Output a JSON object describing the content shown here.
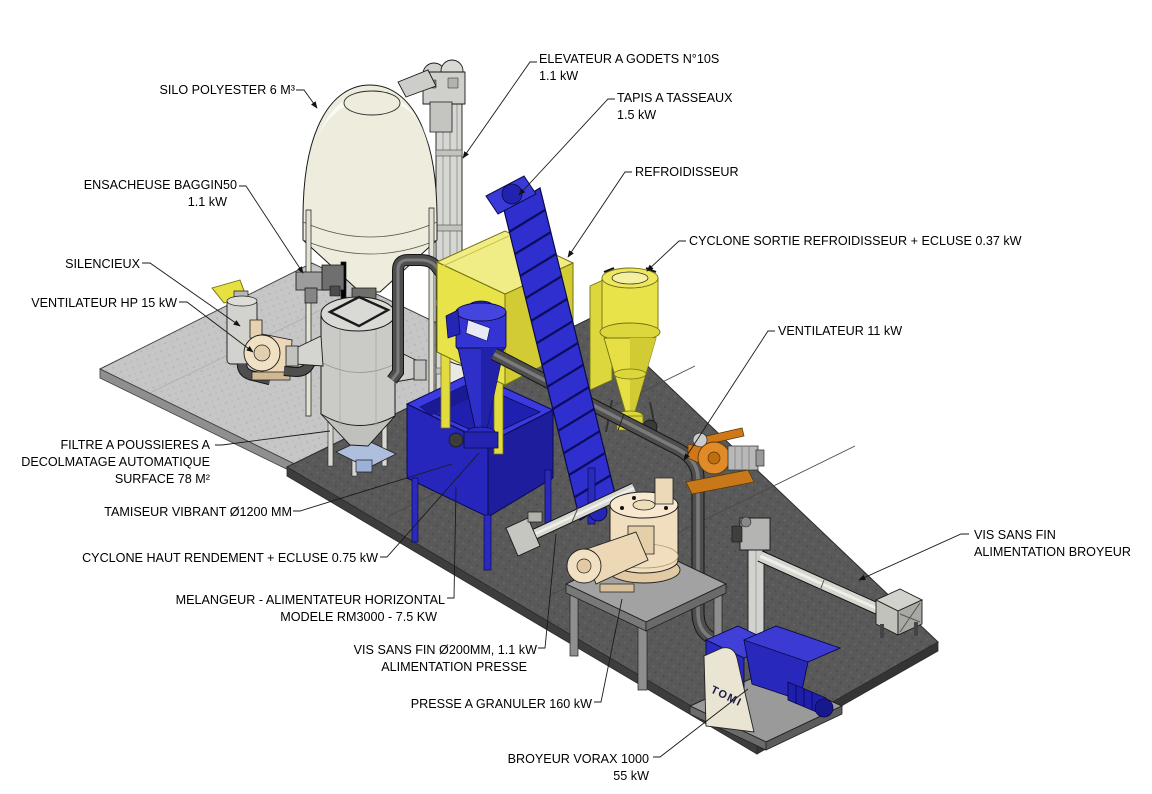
{
  "diagram": {
    "type": "isometric-plant-layout",
    "language": "fr",
    "labels": {
      "silo": {
        "lines": [
          "SILO POLYESTER 6 M³"
        ]
      },
      "elevateur": {
        "lines": [
          "ELEVATEUR A GODETS N°10S",
          "1.1 kW"
        ]
      },
      "tapis": {
        "lines": [
          "TAPIS A TASSEAUX",
          "1.5 kW"
        ]
      },
      "refroidisseur": {
        "lines": [
          "REFROIDISSEUR"
        ]
      },
      "cyclone_sortie": {
        "lines": [
          "CYCLONE SORTIE REFROIDISSEUR + ECLUSE 0.37 kW"
        ]
      },
      "ensacheuse": {
        "lines": [
          "ENSACHEUSE BAGGIN50",
          "1.1 kW"
        ]
      },
      "silencieux": {
        "lines": [
          "SILENCIEUX"
        ]
      },
      "ventilateur_hp": {
        "lines": [
          "VENTILATEUR HP 15 kW"
        ]
      },
      "ventilateur_11": {
        "lines": [
          "VENTILATEUR 11 kW"
        ]
      },
      "filtre": {
        "lines": [
          "FILTRE A POUSSIERES A",
          "DECOLMATAGE AUTOMATIQUE",
          "SURFACE 78 M²"
        ]
      },
      "tamiseur": {
        "lines": [
          "TAMISEUR VIBRANT Ø1200 MM"
        ]
      },
      "cyclone_hr": {
        "lines": [
          "CYCLONE HAUT RENDEMENT + ECLUSE 0.75 kW"
        ]
      },
      "melangeur": {
        "lines": [
          "MELANGEUR - ALIMENTATEUR HORIZONTAL",
          "MODELE RM3000 - 7.5 KW"
        ]
      },
      "vis_presse": {
        "lines": [
          "VIS SANS FIN Ø200MM, 1.1 kW",
          "ALIMENTATION PRESSE"
        ]
      },
      "presse": {
        "lines": [
          "PRESSE A GRANULER 160 kW"
        ]
      },
      "broyeur": {
        "lines": [
          "BROYEUR VORAX 1000",
          "55 kW"
        ]
      },
      "vis_broyeur": {
        "lines": [
          "VIS SANS FIN",
          "ALIMENTATION BROYEUR"
        ]
      }
    },
    "machine_marks": {
      "broyeur_logo": "TOMI"
    },
    "colors": {
      "machine_blue": "#2d2dcc",
      "machine_yellow": "#e8e24a",
      "silo_cream": "#edecdd",
      "press_cream": "#f1debe",
      "pipe_dark": "#4e4e4e",
      "tube_light": "#d8d8d2",
      "accent_orange": "#d9831f",
      "floor_light": "#c6c6c6",
      "floor_dark": "#595959",
      "text": "#000000"
    }
  }
}
